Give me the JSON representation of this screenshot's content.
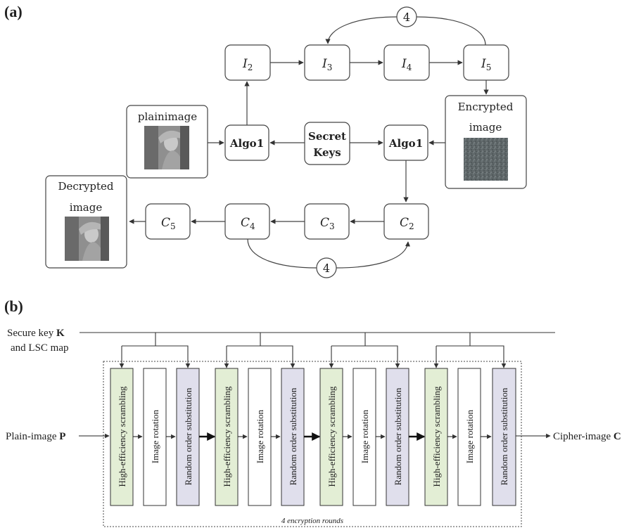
{
  "panel_a": {
    "label": "(a)",
    "nodes": {
      "i2": "I",
      "i2_sub": "2",
      "i3": "I",
      "i3_sub": "3",
      "i4": "I",
      "i4_sub": "4",
      "i5": "I",
      "i5_sub": "5",
      "c2": "C",
      "c2_sub": "2",
      "c3": "C",
      "c3_sub": "3",
      "c4": "C",
      "c4_sub": "4",
      "c5": "C",
      "c5_sub": "5",
      "algo_left": "Algo1",
      "algo_right": "Algo1",
      "secret_line1": "Secret",
      "secret_line2": "Keys",
      "plainimage": "plainimage",
      "encrypted_line1": "Encrypted",
      "encrypted_line2": "image",
      "decrypted_line1": "Decrypted",
      "decrypted_line2": "image"
    },
    "loop_top": "4",
    "loop_bottom": "4"
  },
  "panel_b": {
    "label": "(b)",
    "key_line1_prefix": "Secure key ",
    "key_line1_bold": "K",
    "key_line2": "and LSC map",
    "input_prefix": "Plain-image ",
    "input_bold": "P",
    "output_prefix": "Cipher-image ",
    "output_bold": "C",
    "stage_labels": {
      "scrambling": "High-efficiency scrambling",
      "rotation": "Image rotation",
      "substitution": "Random order substitution"
    },
    "rounds_caption": "4 encryption rounds",
    "colors": {
      "scrambling": "#e3eed5",
      "rotation": "#ffffff",
      "substitution": "#e0dfec"
    }
  }
}
